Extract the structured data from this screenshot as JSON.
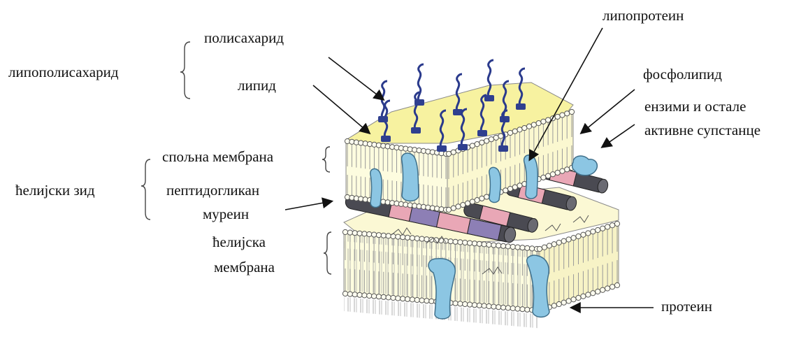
{
  "labels": {
    "lipopolysaccharide": "липополисахарид",
    "polysaccharide": "полисахарид",
    "lipid": "липид",
    "lipoprotein": "липопротеин",
    "phospholipid": "фосфолипид",
    "enzymes_line1": "ензими и остале",
    "enzymes_line2": "активне супстанце",
    "outer_membrane": "спољна мембрана",
    "cell_wall": "ћелијски зид",
    "peptidoglycan": "пептидогликан",
    "murein": "муреин",
    "cell_membrane_line1": "ћелијска",
    "cell_membrane_line2": "мембрана",
    "protein": "протеин"
  },
  "colors": {
    "lipid_head": "#2f3f8f",
    "lipid_fill": "#f3f1a0",
    "tail_shade": "#c8c8c8",
    "protein_fill": "#8cc6e3",
    "rod_dark": "#4a4a52",
    "rod_pink": "#e9a7b6",
    "rod_purple": "#8d7fb5",
    "polysaccharide": "#2a3a8c"
  }
}
